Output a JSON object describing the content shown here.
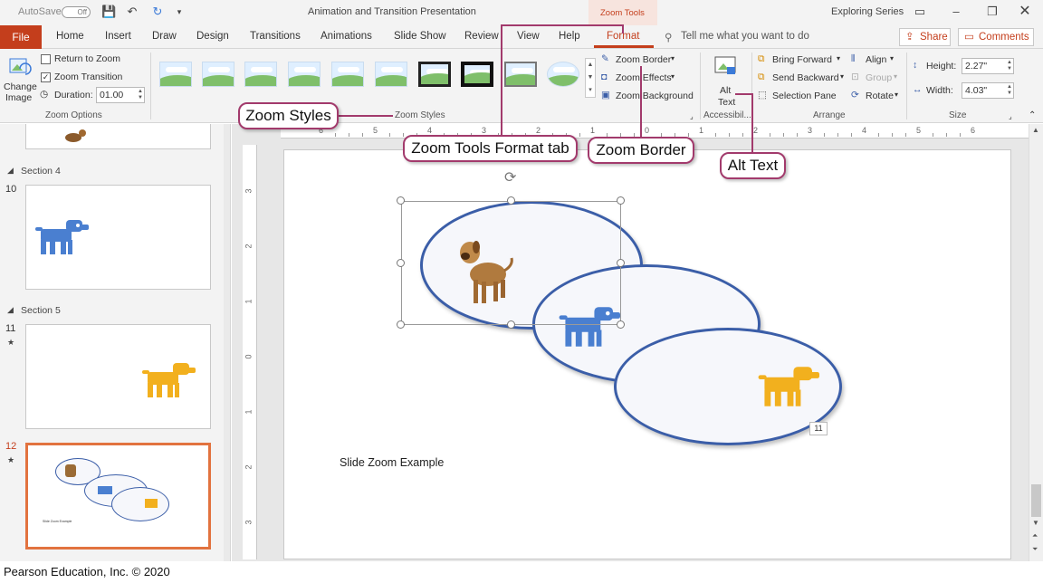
{
  "titlebar": {
    "autosave_label": "AutoSave",
    "autosave_state": "Off",
    "doc_title": "Animation and Transition Presentation",
    "context_tab_group": "Zoom Tools",
    "series": "Exploring Series"
  },
  "tabs": [
    "File",
    "Home",
    "Insert",
    "Draw",
    "Design",
    "Transitions",
    "Animations",
    "Slide Show",
    "Review",
    "View",
    "Help",
    "Format"
  ],
  "tell_me": "Tell me what you want to do",
  "share_label": "Share",
  "comments_label": "Comments",
  "ribbon": {
    "change_image": "Change",
    "change_image2": "Image",
    "return_to_zoom": "Return to Zoom",
    "zoom_transition": "Zoom Transition",
    "duration_label": "Duration:",
    "duration_value": "01.00",
    "zoom_options_label": "Zoom Options",
    "zoom_styles_label": "Zoom Styles",
    "zoom_border": "Zoom Border",
    "zoom_effects": "Zoom Effects",
    "zoom_background": "Zoom Background",
    "alt_text1": "Alt",
    "alt_text2": "Text",
    "accessibility_label": "Accessibil...",
    "bring_forward": "Bring Forward",
    "send_backward": "Send Backward",
    "selection_pane": "Selection Pane",
    "align": "Align",
    "group": "Group",
    "rotate": "Rotate",
    "arrange_label": "Arrange",
    "height_label": "Height:",
    "height_value": "2.27\"",
    "width_label": "Width:",
    "width_value": "4.03\"",
    "size_label": "Size"
  },
  "slides_panel": {
    "section4": "Section 4",
    "section5": "Section 5",
    "slide10": "10",
    "slide11": "11",
    "slide12": "12",
    "star": "★",
    "thumb12_caption": "Slide Zoom Example"
  },
  "slide": {
    "caption": "Slide Zoom Example",
    "slide_number_tag": "11"
  },
  "callouts": {
    "zoom_styles": "Zoom Styles",
    "zoom_tools_format_tab": "Zoom Tools Format tab",
    "zoom_border": "Zoom Border",
    "alt_text": "Alt Text"
  },
  "ruler": {
    "h_ticks": [
      "6",
      "5",
      "4",
      "3",
      "2",
      "1",
      "0",
      "1",
      "2",
      "3",
      "4",
      "5",
      "6"
    ],
    "v_ticks": [
      "3",
      "2",
      "1",
      "0",
      "1",
      "2",
      "3"
    ]
  },
  "footer": "Pearson Education, Inc. © 2020",
  "colors": {
    "accent": "#c43e1c",
    "callout_border": "#a23a6c",
    "oval_border": "#3b5ea8",
    "blue_dog": "#4a7fd0",
    "yellow_dog": "#f2b01e"
  }
}
